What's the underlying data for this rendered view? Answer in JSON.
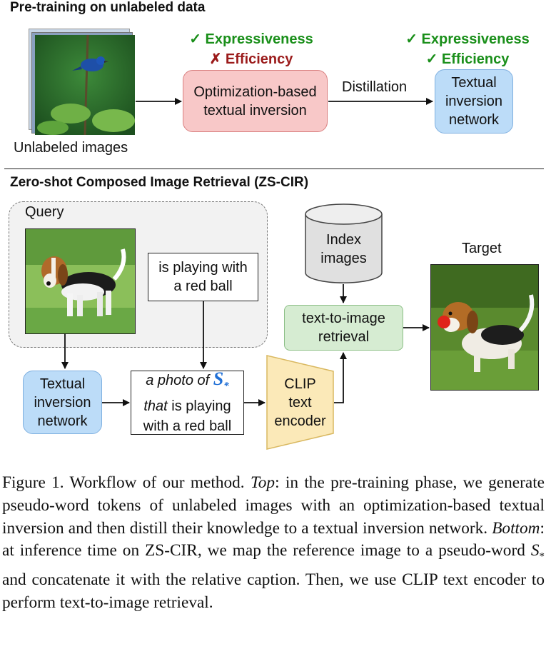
{
  "top": {
    "heading": "Pre-training on unlabeled data",
    "images_label": "Unlabeled images",
    "opt_flag_1": "✓ Expressiveness",
    "opt_flag_2": "✗ Efficiency",
    "opt_box": [
      "Optimization-based",
      "textual inversion"
    ],
    "distillation_label": "Distillation",
    "net_flag_1": "✓ Expressiveness",
    "net_flag_2": "✓ Efficiency",
    "net_box": [
      "Textual",
      "inversion",
      "network"
    ]
  },
  "bottom": {
    "heading": "Zero-shot Composed Image Retrieval (ZS-CIR)",
    "query_label": "Query",
    "caption_box": [
      "is playing with",
      "a red ball"
    ],
    "index_db": [
      "Index",
      "images"
    ],
    "retrieval_box": [
      "text-to-image",
      "retrieval"
    ],
    "target_label": "Target",
    "tin_box": [
      "Textual",
      "inversion",
      "network"
    ],
    "prompt_italic_1": "a photo of",
    "prompt_symbol": "S",
    "prompt_symbol_sub": "*",
    "prompt_italic_2": "that",
    "prompt_rest_1": " is playing",
    "prompt_rest_2": "with a red ball",
    "clip_box": [
      "CLIP",
      "text",
      "encoder"
    ]
  },
  "caption": {
    "fig": "Figure 1. Workflow of our method.",
    "top_word": "Top",
    "top_text": ": in the pre-training phase, we generate pseudo-word tokens of unlabeled images with an optimization-based textual inversion and then distill their knowledge to a textual inversion network.",
    "bottom_word": "Bottom",
    "bottom_text_1": ": at inference time on ZS-CIR, we map the reference image to a pseudo-word",
    "symbol": "S",
    "symbol_sub": "*",
    "bottom_text_2": "and concatenate it with the relative caption. Then, we use CLIP text encoder to perform text-to-image retrieval."
  },
  "colors": {
    "check_green": "#1a8f1a",
    "cross_red": "#9b1b1b",
    "opt_box_fill": "#f8c8c8",
    "net_box_fill": "#bcdcf8",
    "retrieval_fill": "#d6ecd2",
    "clip_fill": "#fbe9b8",
    "symbol_blue": "#1f6fd6"
  }
}
